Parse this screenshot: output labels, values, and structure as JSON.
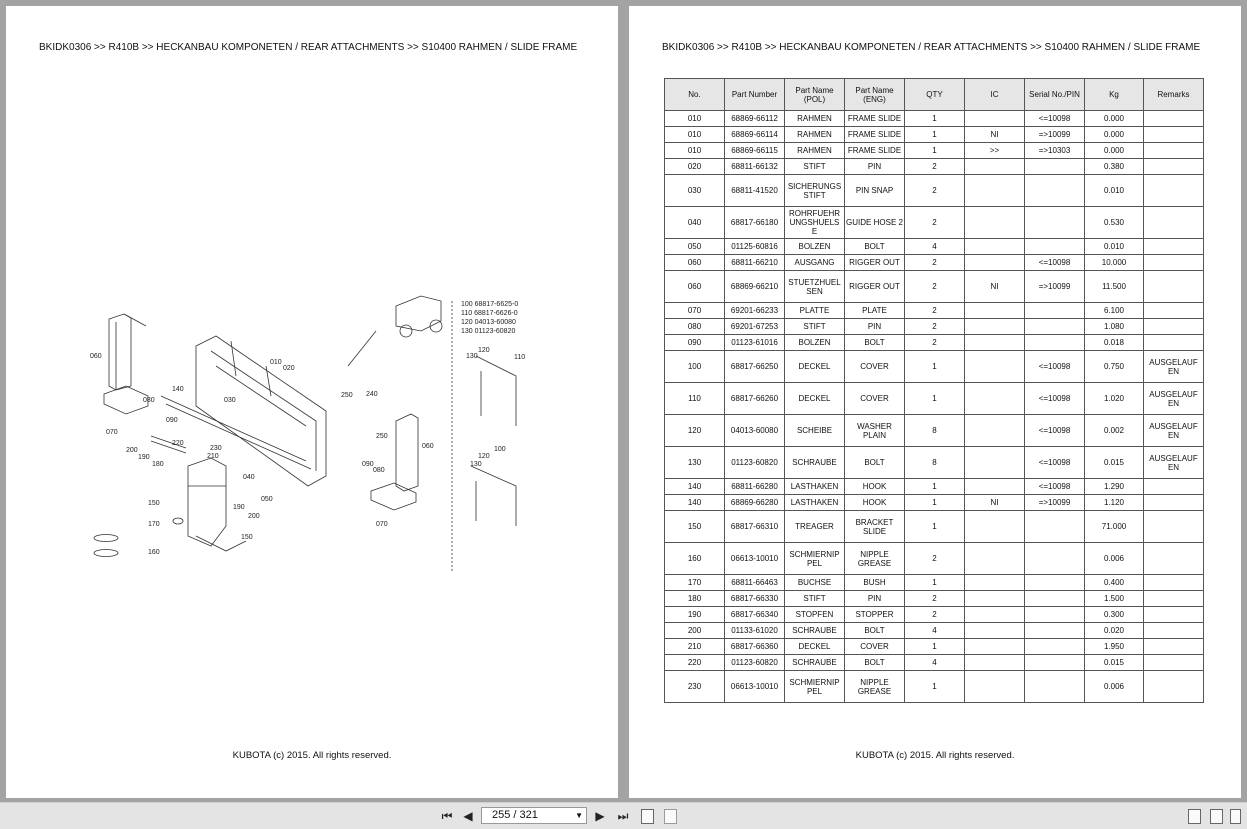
{
  "breadcrumb": "BKIDK0306 >> R410B >> HECKANBAU KOMPONETEN / REAR ATTACHMENTS >> S10400   RAHMEN / SLIDE FRAME",
  "footer": "KUBOTA (c) 2015. All rights reserved.",
  "diagram": {
    "legend": [
      "100  68817-6625-0",
      "110  68817-6626-0",
      "120  04013-60080",
      "130  01123-60820"
    ],
    "callouts": [
      "060",
      "140",
      "010",
      "020",
      "080",
      "090",
      "070",
      "200",
      "190",
      "180",
      "220",
      "230",
      "210",
      "040",
      "030",
      "250",
      "240",
      "250",
      "060",
      "090",
      "080",
      "050",
      "150",
      "190",
      "200",
      "170",
      "150",
      "160",
      "070",
      "130",
      "120",
      "110",
      "100",
      "120",
      "130"
    ]
  },
  "table": {
    "headers": [
      "No.",
      "Part Number",
      "Part Name (POL)",
      "Part Name (ENG)",
      "QTY",
      "IC",
      "Serial No./PIN",
      "Kg",
      "Remarks"
    ],
    "rows": [
      [
        "010",
        "68869-66112",
        "RAHMEN",
        "FRAME SLIDE",
        "1",
        "",
        "<=10098",
        "0.000",
        ""
      ],
      [
        "010",
        "68869-66114",
        "RAHMEN",
        "FRAME SLIDE",
        "1",
        "NI",
        "=>10099",
        "0.000",
        ""
      ],
      [
        "010",
        "68869-66115",
        "RAHMEN",
        "FRAME SLIDE",
        "1",
        ">>",
        "=>10303",
        "0.000",
        ""
      ],
      [
        "020",
        "68811-66132",
        "STIFT",
        "PIN",
        "2",
        "",
        "",
        "0.380",
        ""
      ],
      [
        "030",
        "68811-41520",
        "SICHERUNGS STIFT",
        "PIN SNAP",
        "2",
        "",
        "",
        "0.010",
        ""
      ],
      [
        "040",
        "68817-66180",
        "ROHRFUEHR UNGSHUELS E",
        "GUIDE HOSE 2",
        "2",
        "",
        "",
        "0.530",
        ""
      ],
      [
        "050",
        "01125-60816",
        "BOLZEN",
        "BOLT",
        "4",
        "",
        "",
        "0.010",
        ""
      ],
      [
        "060",
        "68811-66210",
        "AUSGANG",
        "RIGGER OUT",
        "2",
        "",
        "<=10098",
        "10.000",
        ""
      ],
      [
        "060",
        "68869-66210",
        "STUETZHUEL SEN",
        "RIGGER OUT",
        "2",
        "NI",
        "=>10099",
        "11.500",
        ""
      ],
      [
        "070",
        "69201-66233",
        "PLATTE",
        "PLATE",
        "2",
        "",
        "",
        "6.100",
        ""
      ],
      [
        "080",
        "69201-67253",
        "STIFT",
        "PIN",
        "2",
        "",
        "",
        "1.080",
        ""
      ],
      [
        "090",
        "01123-61016",
        "BOLZEN",
        "BOLT",
        "2",
        "",
        "",
        "0.018",
        ""
      ],
      [
        "100",
        "68817-66250",
        "DECKEL",
        "COVER",
        "1",
        "",
        "<=10098",
        "0.750",
        "AUSGELAUF EN"
      ],
      [
        "110",
        "68817-66260",
        "DECKEL",
        "COVER",
        "1",
        "",
        "<=10098",
        "1.020",
        "AUSGELAUF EN"
      ],
      [
        "120",
        "04013-60080",
        "SCHEIBE",
        "WASHER PLAIN",
        "8",
        "",
        "<=10098",
        "0.002",
        "AUSGELAUF EN"
      ],
      [
        "130",
        "01123-60820",
        "SCHRAUBE",
        "BOLT",
        "8",
        "",
        "<=10098",
        "0.015",
        "AUSGELAUF EN"
      ],
      [
        "140",
        "68811-66280",
        "LASTHAKEN",
        "HOOK",
        "1",
        "",
        "<=10098",
        "1.290",
        ""
      ],
      [
        "140",
        "68869-66280",
        "LASTHAKEN",
        "HOOK",
        "1",
        "NI",
        "=>10099",
        "1.120",
        ""
      ],
      [
        "150",
        "68817-66310",
        "TREAGER",
        "BRACKET SLIDE",
        "1",
        "",
        "",
        "71.000",
        ""
      ],
      [
        "160",
        "06613-10010",
        "SCHMIERNIP PEL",
        "NIPPLE GREASE",
        "2",
        "",
        "",
        "0.006",
        ""
      ],
      [
        "170",
        "68811-66463",
        "BUCHSE",
        "BUSH",
        "1",
        "",
        "",
        "0.400",
        ""
      ],
      [
        "180",
        "68817-66330",
        "STIFT",
        "PIN",
        "2",
        "",
        "",
        "1.500",
        ""
      ],
      [
        "190",
        "68817-66340",
        "STOPFEN",
        "STOPPER",
        "2",
        "",
        "",
        "0.300",
        ""
      ],
      [
        "200",
        "01133-61020",
        "SCHRAUBE",
        "BOLT",
        "4",
        "",
        "",
        "0.020",
        ""
      ],
      [
        "210",
        "68817-66360",
        "DECKEL",
        "COVER",
        "1",
        "",
        "",
        "1.950",
        ""
      ],
      [
        "220",
        "01123-60820",
        "SCHRAUBE",
        "BOLT",
        "4",
        "",
        "",
        "0.015",
        ""
      ],
      [
        "230",
        "06613-10010",
        "SCHMIERNIP PEL",
        "NIPPLE GREASE",
        "1",
        "",
        "",
        "0.006",
        ""
      ]
    ]
  },
  "toolbar": {
    "page_indicator": "255 / 321"
  }
}
